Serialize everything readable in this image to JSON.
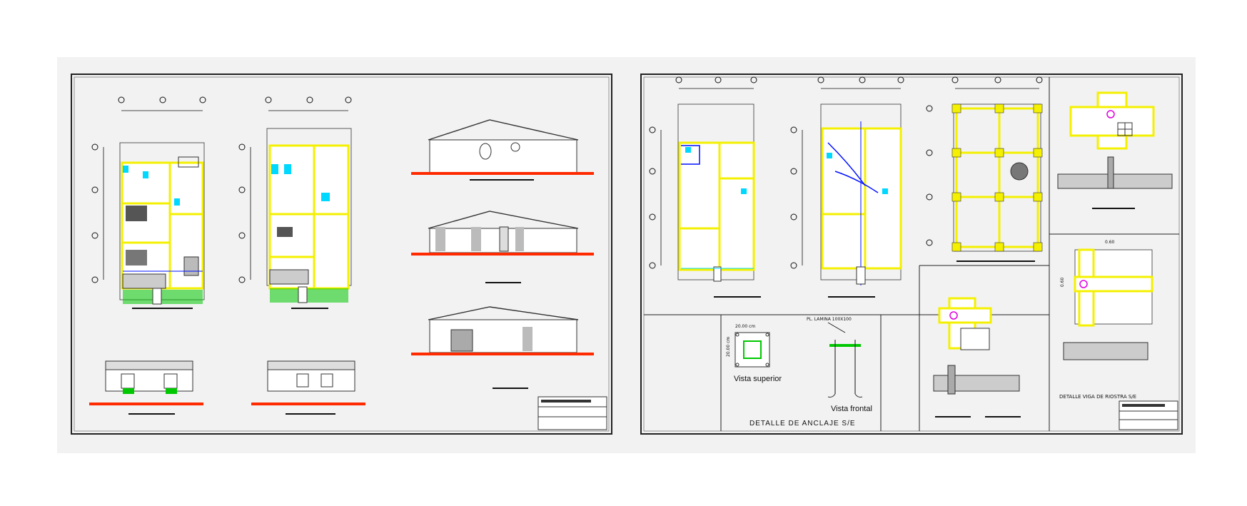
{
  "colors": {
    "background": "#ffffff",
    "paper": "#f2f2f2",
    "frame": "#222222",
    "wall": "#f4f000",
    "floor_line": "#ff2a00",
    "accent_cyan": "#00d8ff",
    "accent_blue": "#0010ff",
    "accent_green": "#00c800",
    "accent_magenta": "#e000e0"
  },
  "labels": {
    "anchor_top_dim": "20.00 cm",
    "anchor_side_dim": "20.00 cm",
    "anchor_plate_note": "PL. LAMINA 100X100",
    "vista_superior": "Vista superior",
    "vista_frontal": "Vista frontal",
    "detalle_anclaje": "DETALLE DE ANCLAJE S/E",
    "dim_top": "0.60",
    "dim_side": "0.60",
    "detalle_viga": "DETALLE VIGA DE RIOSTRA   S/E"
  }
}
